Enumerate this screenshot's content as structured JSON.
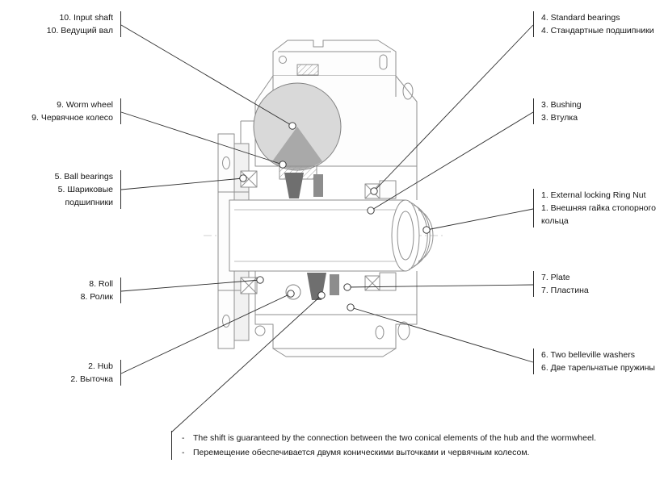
{
  "labels": {
    "input_shaft": {
      "en": "10. Input shaft",
      "ru": "10. Ведущий вал"
    },
    "worm_wheel": {
      "en": "9. Worm wheel",
      "ru": "9. Червячное колесо"
    },
    "ball_bearings": {
      "en": "5. Ball bearings",
      "ru_line1": "5. Шариковые",
      "ru_line2": "подшипники"
    },
    "roll": {
      "en": "8. Roll",
      "ru": "8. Ролик"
    },
    "hub": {
      "en": "2. Hub",
      "ru": "2. Выточка"
    },
    "standard_bearings": {
      "en": "4. Standard bearings",
      "ru": "4. Стандартные подшипники"
    },
    "bushing": {
      "en": "3. Bushing",
      "ru": "3. Втулка"
    },
    "ring_nut": {
      "en": "1. External locking Ring Nut",
      "ru_line1": "1. Внешняя гайка стопорного",
      "ru_line2": "кольца"
    },
    "plate": {
      "en": "7. Plate",
      "ru": "7. Пластина"
    },
    "belleville_washers": {
      "en": "6. Two belleville washers",
      "ru": "6. Две тарельчатые пружины"
    }
  },
  "footnote": {
    "bullet": "-",
    "line_en": "The shift is guaranteed by the connection between the two conical elements of the hub and the wormwheel.",
    "line_ru": "Перемещение обеспечивается двумя коническими выточками и червячным колесом."
  },
  "colors": {
    "leader_line": "#2e2e2e",
    "drawing_line": "#8f8f8f",
    "wheel_fill": "#d9d9d9",
    "wheel_wedge": "#a9a9a9",
    "dark_part": "#6f6f6f",
    "text": "#141414"
  }
}
